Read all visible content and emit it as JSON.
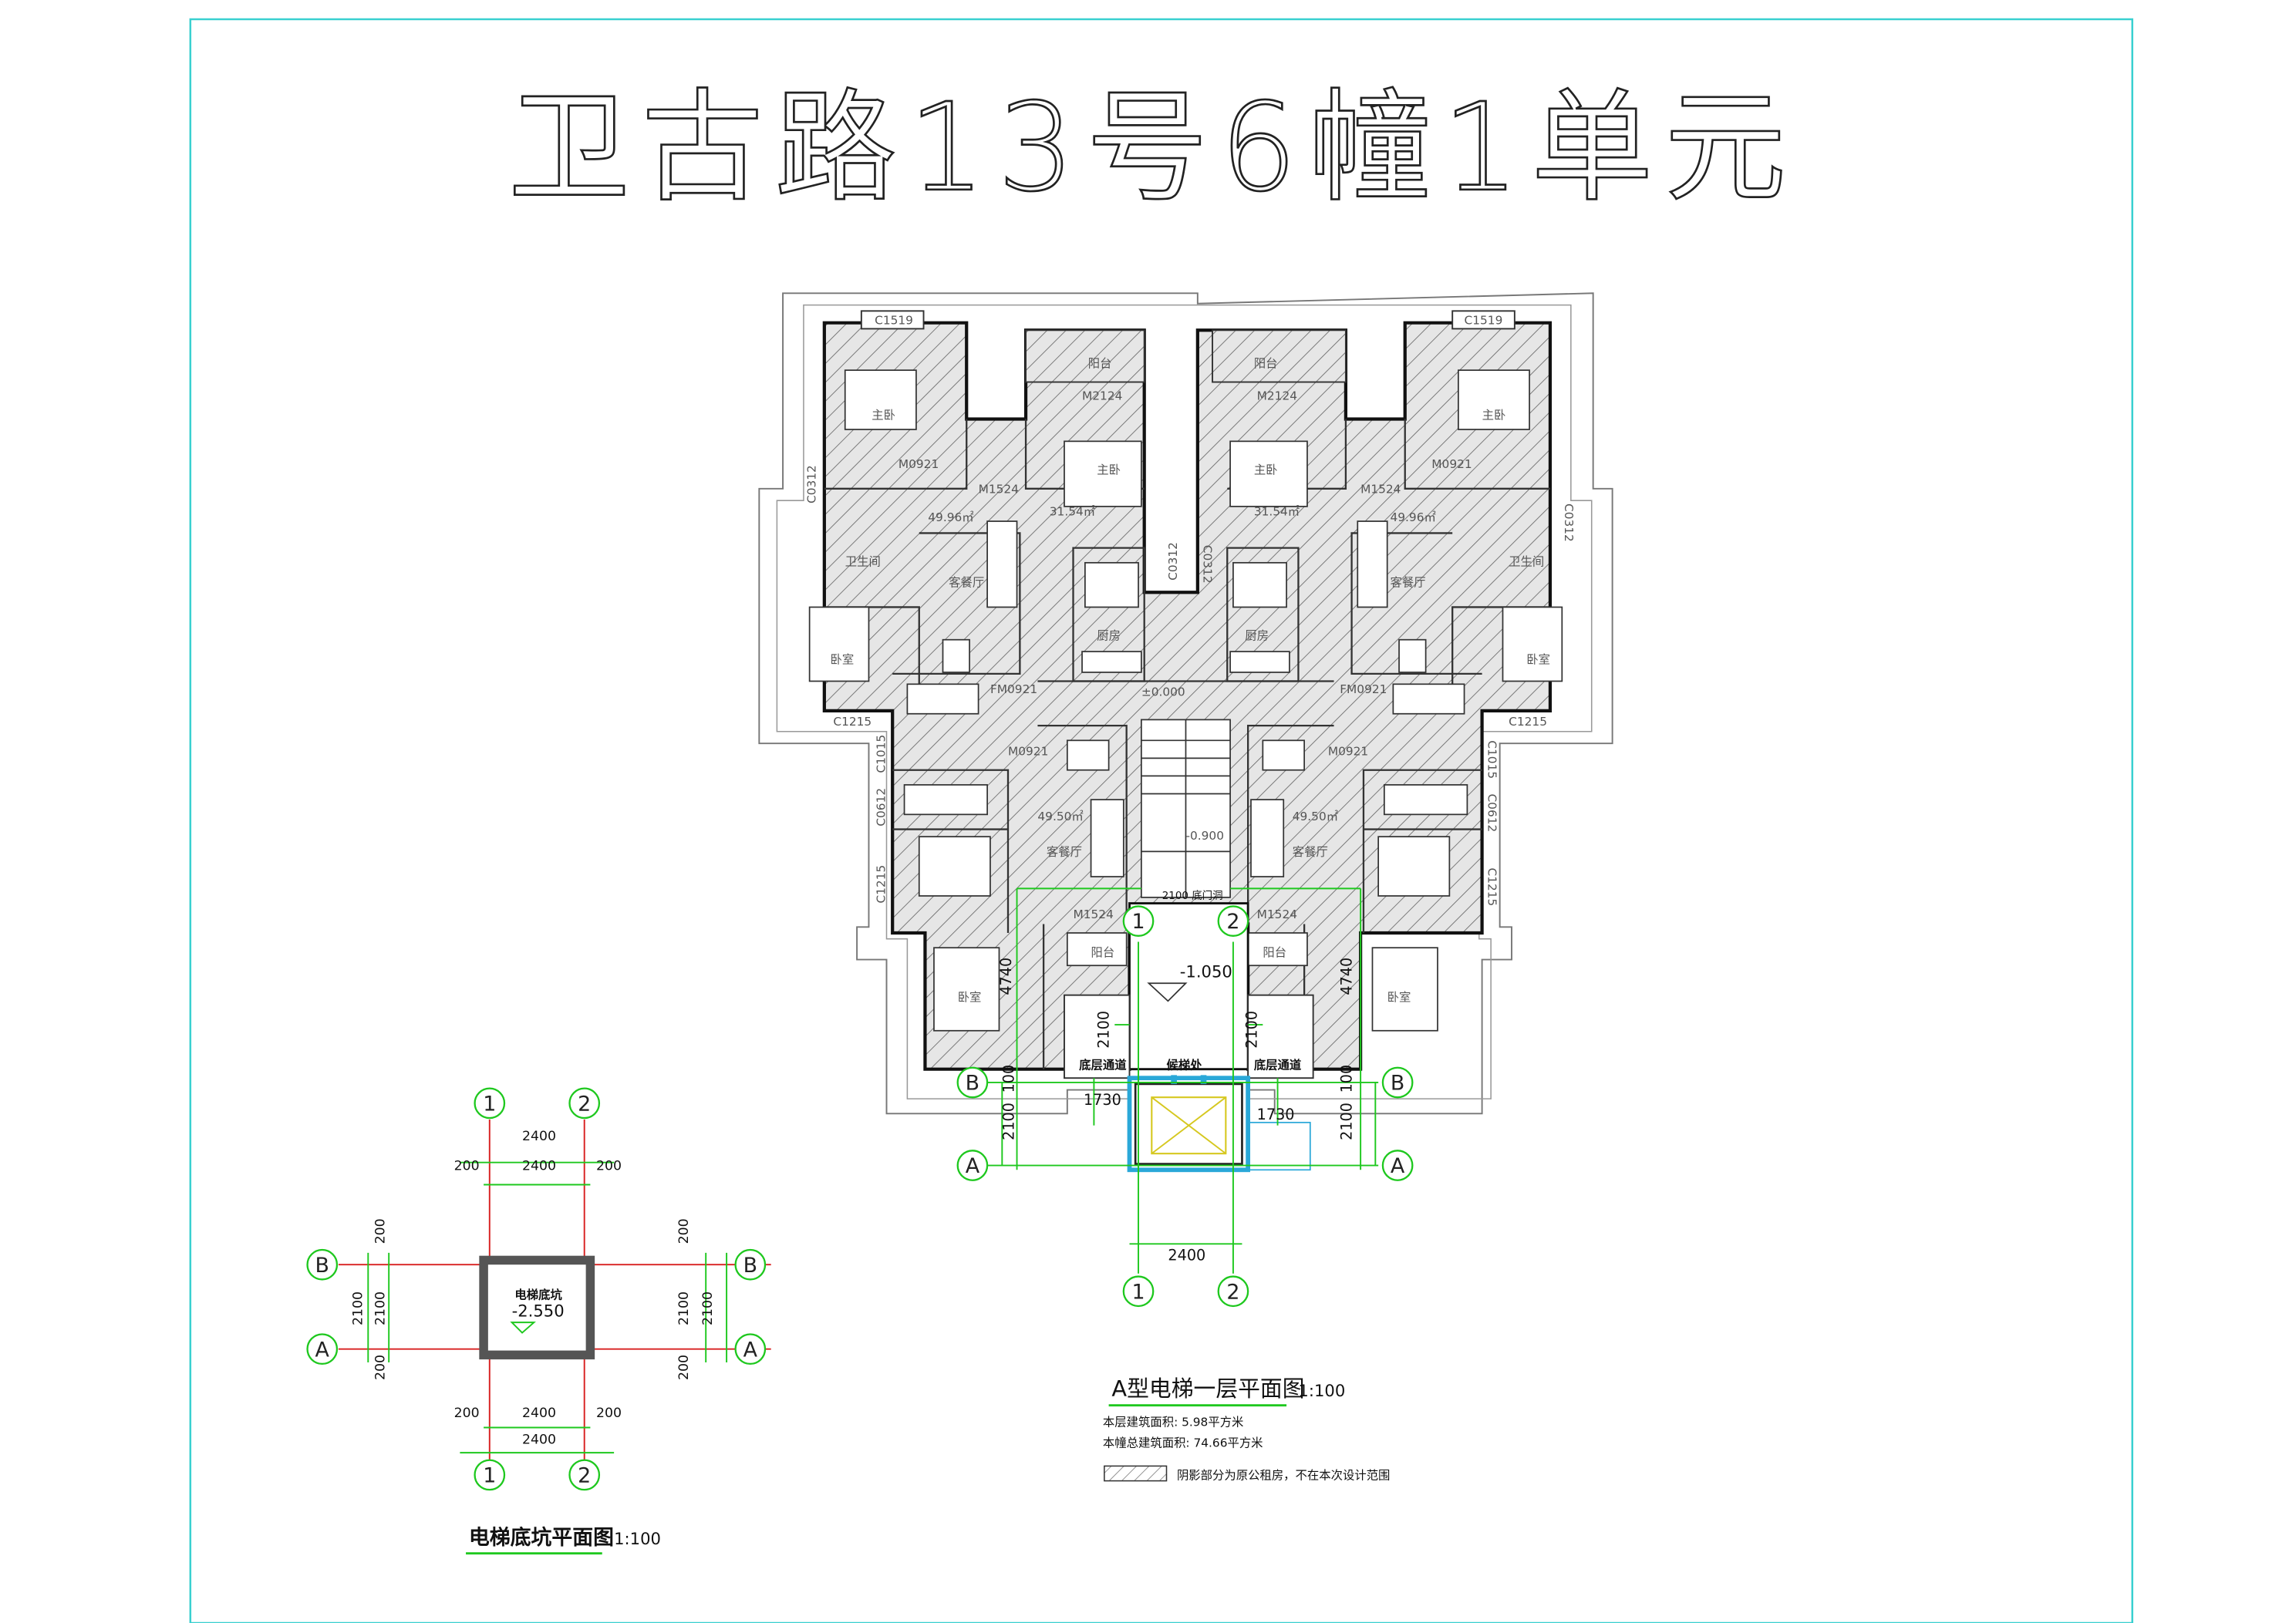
{
  "title": "卫古路13号6幢1单元",
  "colors": {
    "frame": "#3ad0d0",
    "line": "#222222",
    "grey": "#8a8a8a",
    "axis": "#1ec81e",
    "axis_red": "#d82020",
    "elevator_blue": "#2aa8d8",
    "elevator_yellow": "#d6c820",
    "hatch": "#555555"
  },
  "main_plan": {
    "caption": "A型电梯一层平面图",
    "scale": "1:100",
    "note_floor_area": "本层建筑面积: 5.98平方米",
    "note_total_area": "本幢总建筑面积: 74.66平方米",
    "legend_text": "阴影部分为原公租房，不在本次设计范围",
    "level_entry": "-1.050",
    "opening_label": "2100 底门洞",
    "elevator_label": "候梯处",
    "passage_left": "底层通道",
    "passage_right": "底层通道",
    "axes": {
      "one": "1",
      "two": "2",
      "a": "A",
      "b": "B"
    },
    "dims": {
      "span_bottom": "2400",
      "left_1730": "1730",
      "right_1730": "1730",
      "left_4740": "4740",
      "right_4740": "4740",
      "left_2100_a": "2100",
      "right_2100_a": "2100",
      "left_2100_b": "2100",
      "right_2100_b": "2100",
      "left_100": "100",
      "right_100": "100"
    },
    "windows": {
      "c1519_l": "C1519",
      "c1519_r": "C1519",
      "c0312_l": "C0312",
      "c0312_r": "C0312",
      "c0312_ml": "C0312",
      "c0312_mr": "C0312",
      "c1215_l": "C1215",
      "c1215_r": "C1215",
      "c1015_l": "C1015",
      "c1015_r": "C1015",
      "c0612_l": "C0612",
      "c0612_r": "C0612",
      "c1215_ll": "C1215",
      "c1215_rr": "C1215"
    },
    "doors": {
      "m2124_l": "M2124",
      "m2124_r": "M2124",
      "m1524_l": "M1524",
      "m1524_r": "M1524",
      "m0921_a": "M0921",
      "m0921_b": "M0921",
      "m0921_c": "M0921",
      "m0921_d": "M0921",
      "fm0921_l": "FM0921",
      "fm0921_r": "FM0921",
      "m1524_bl": "M1524",
      "m1524_br": "M1524"
    },
    "areas": {
      "a1": "49.96㎡",
      "a2": "31.54㎡",
      "a3": "31.54㎡",
      "a4": "49.96㎡",
      "a5": "49.50㎡",
      "a6": "49.50㎡"
    },
    "levels": {
      "stair_upper": "±0.000",
      "stair_lower": "-0.900"
    },
    "rooms": {
      "r1": "主卧",
      "r2": "卧室",
      "r3": "主卧",
      "r4": "卧室",
      "r5": "客餐厅",
      "r6": "客餐厅",
      "r7": "厨房",
      "r8": "厨房",
      "r9": "卫生间",
      "r10": "卫生间",
      "r11": "阳台",
      "r12": "阳台",
      "r13": "主卧",
      "r14": "主卧",
      "r15": "客餐厅",
      "r16": "客餐厅",
      "r17": "阳台",
      "r18": "阳台",
      "r19": "卧室",
      "r20": "卧室"
    }
  },
  "pit_plan": {
    "caption": "电梯底坑平面图",
    "scale": "1:100",
    "pit_label": "电梯底坑",
    "pit_level": "-2.550",
    "axes": {
      "one_top": "1",
      "two_top": "2",
      "one_bot": "1",
      "two_bot": "2",
      "b_left": "B",
      "a_left": "A",
      "b_right": "B",
      "a_right": "A"
    },
    "dims": {
      "top_2400_a": "2400",
      "top_2400_b": "2400",
      "top_200_l": "200",
      "top_200_r": "200",
      "bot_2400_a": "2400",
      "bot_2400_b": "2400",
      "bot_200_l": "200",
      "bot_200_r": "200",
      "left_2100_a": "2100",
      "left_2100_b": "2100",
      "left_200_t": "200",
      "left_200_b": "200",
      "right_2100_a": "2100",
      "right_2100_b": "2100",
      "right_200_t": "200",
      "right_200_b": "200"
    }
  }
}
